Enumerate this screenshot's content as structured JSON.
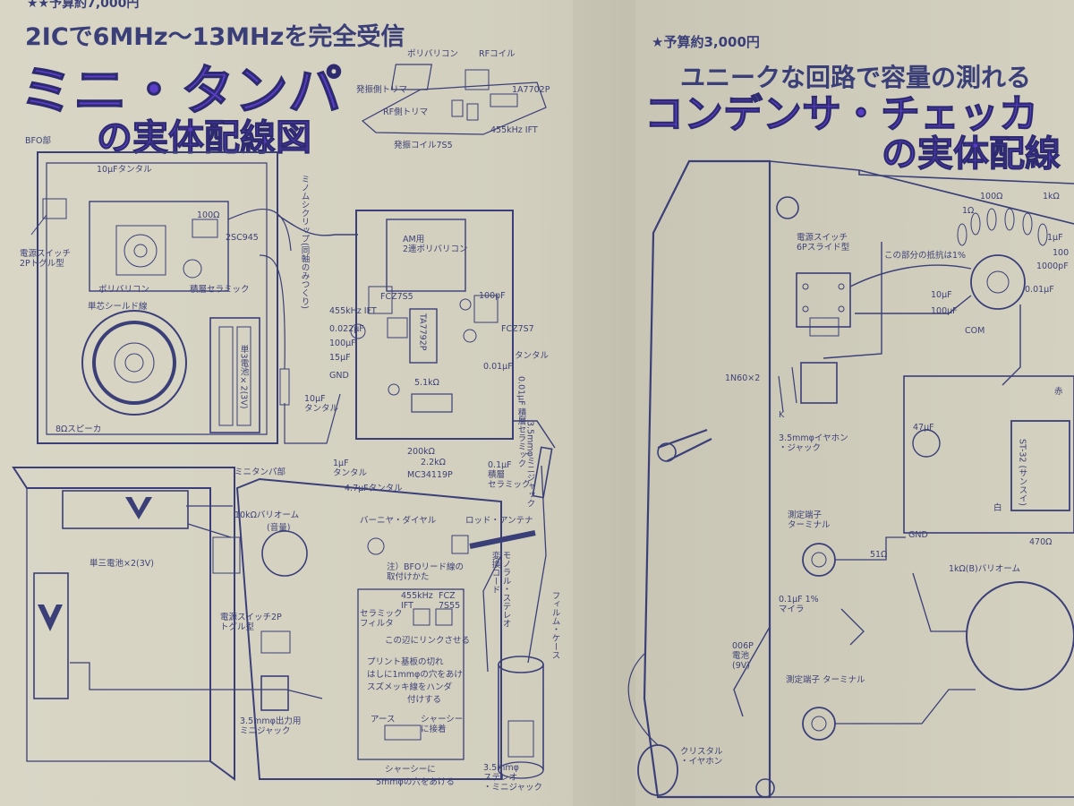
{
  "left": {
    "budget": "★★予算約7,000円",
    "subtitle": "2ICで6MHz〜13MHzを完全受信",
    "title1": "ミニ・タンパ",
    "title2": "の実体配線図",
    "bfo_section": "BFO部",
    "tanpa_section": "ミニタンパ部",
    "inset": {
      "polyvaricon": "ポリバリコン",
      "rf_coil": "RFコイル",
      "osc_trimmer": "発振側トリマ",
      "osc_trimmer2": "1A7702P",
      "rf_trimmer": "RF側トリマ",
      "ift": "455kHz IFT",
      "osc_coil": "発振コイル7S5"
    },
    "labels": {
      "power_switch_bfo": "電源スイッチ\n2Pトグル型",
      "cap_10uf_tantal": "10μFタンタル",
      "r100": "100Ω",
      "tr_2sc945": "2SC945",
      "polyvaricon_small": "ポリバリコン",
      "ceramic": "積層セラミック",
      "shield": "単芯シールド線",
      "speaker": "8Ωスピーカ",
      "battery_bfo": "単3電池×2(3V)",
      "clip": "ミノムシクリップ(同軸のみつくり)",
      "am_varicon": "AM用\n2連ポリバリコン",
      "fcz_left": "FCZ7S5",
      "ift_455": "455kHz IFT",
      "c0022": "0.022μF",
      "c100u": "100μF",
      "c15u": "15μF",
      "gnd": "GND",
      "c10u_tantal": "10μF\nタンタル",
      "c100p": "100pF",
      "fcz_right": "FCZ7S7",
      "ic_ta": "TA7792P",
      "tantal": "タンタル",
      "c001": "0.01μF",
      "c01_ceramic": "0.01μF 積層セラミック",
      "r2_2k": "2.2kΩ",
      "r200k": "200kΩ",
      "r51k": "5.1kΩ",
      "c1u_tantal": "1μF\nタンタル",
      "c47u_tantal": "4.7μFタンタル",
      "ic_mc": "MC34119P",
      "c01_multi": "0.1μF\n積層\nセラミック",
      "jack35": "3.5mmφミニジャック",
      "vr10k": "10kΩバリオーム",
      "vol": "(音量)",
      "battery_main": "単三電池×2(3V)",
      "power_switch_main": "電源スイッチ2P\nトグル型",
      "output_jack": "3.5mmφ出力用\nミニジャック",
      "vernier": "バーニヤ・ダイヤル",
      "rod_antenna": "ロッド・アンテナ",
      "note": "注）BFOリード線の\n取付けかた",
      "note_ift": "455kHz\nIFT",
      "note_fcz": "FCZ\n7S55",
      "note_ceramic": "セラミック\nフィルタ",
      "note_line1": "この辺にリンクさせる",
      "note_line2": "プリント基板の切れ",
      "note_line3": "はしに1mmφの穴をあけ",
      "note_line4": "スズメッキ線をハンダ",
      "note_line5": "付けする",
      "note_earth": "アース",
      "note_chassis": "シャーシー\nに接着",
      "note_hole1": "シャーシーに",
      "note_hole2": "5mmφの穴をあける",
      "monaural": "モノラル・ステレオ\n変換コード",
      "film_case": "フィルム・ケース",
      "stereo_jack": "3.5mmφ\nステレオ\n・ミニジャック"
    }
  },
  "right": {
    "budget": "★予算約3,000円",
    "subtitle": "ユニークな回路で容量の測れる",
    "title1": "コンデンサ・チェッカ",
    "title2": "の実体配線",
    "labels": {
      "power_switch": "電源スイッチ\n6Pスライド型",
      "resistor_note": "この部分の抵抗は1%",
      "r100": "100Ω",
      "r1k": "1kΩ",
      "r1": "1Ω",
      "c10u": "10μF",
      "c100u": "100μF",
      "com": "COM",
      "c1000p": "1000pF",
      "c001": "0.01μF",
      "c1u": "1μF",
      "c100": "100",
      "diode": "1N60×2",
      "k": "K",
      "c47u": "47μF",
      "earphone_jack": "3.5mmφイヤホン\n・ジャック",
      "red": "赤",
      "white": "白",
      "st32": "ST-32 (サンスイ)",
      "gnd": "GND",
      "r470": "470Ω",
      "terminal1": "測定端子\nターミナル",
      "r51": "51Ω",
      "vr1k": "1kΩ(B)バリオーム",
      "c01_mylar": "0.1μF 1%\nマイラ",
      "battery": "006P\n電池\n(9V)",
      "terminal2": "測定端子 ターミナル",
      "crystal": "クリスタル\n・イヤホン"
    }
  },
  "colors": {
    "ink": "#3b3f78",
    "title": "#5a3ec8",
    "paper": "#d6d3c2"
  }
}
